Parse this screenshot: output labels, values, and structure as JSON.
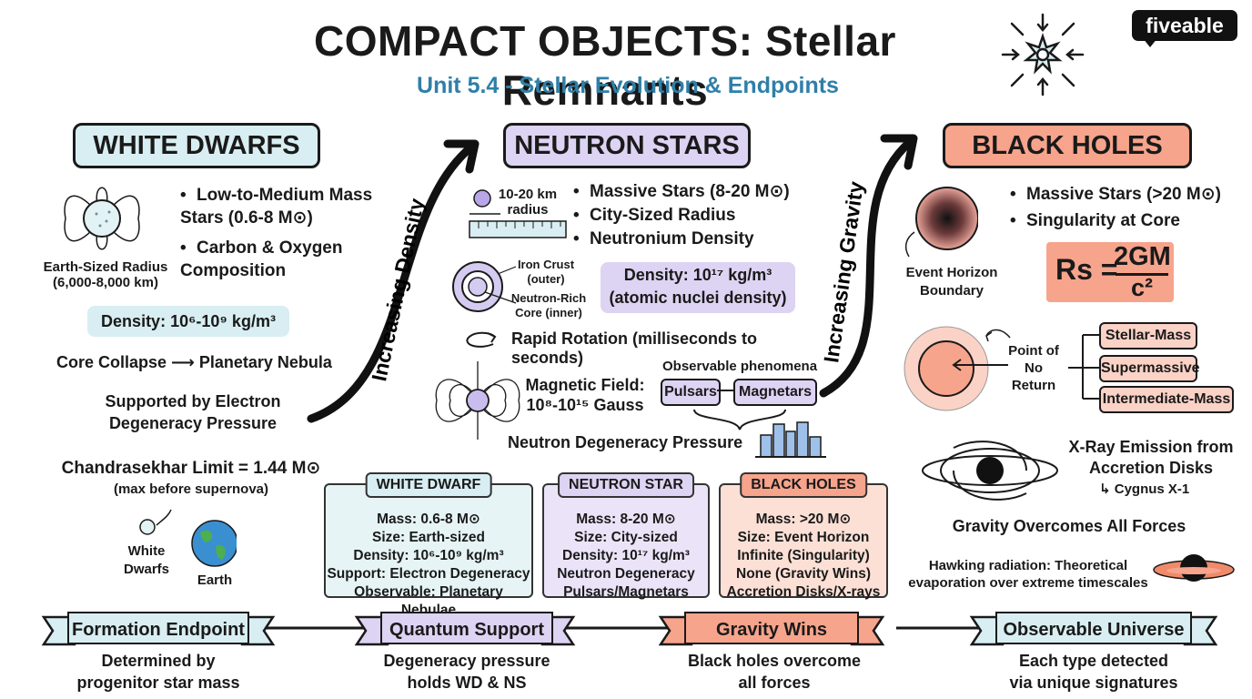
{
  "header": {
    "title": "COMPACT OBJECTS: Stellar Remnants",
    "subtitle": "Unit 5.4 - Stellar Evolution & Endpoints",
    "logo": "fiveable"
  },
  "arrows": {
    "left": "Increasing Density",
    "right": "Increasing Gravity"
  },
  "white_dwarfs": {
    "heading": "WHITE DWARFS",
    "bullets": [
      "Low-to-Medium Mass Stars (0.6-8 M⊙)",
      "Carbon & Oxygen Composition"
    ],
    "radius_label_1": "Earth-Sized Radius",
    "radius_label_2": "(6,000-8,000 km)",
    "density": "Density: 10⁶-10⁹ kg/m³",
    "collapse": "Core Collapse ⟶ Planetary Nebula",
    "support_1": "Supported by Electron",
    "support_2": "Degeneracy Pressure",
    "limit": "Chandrasekhar Limit = 1.44 M⊙",
    "limit_note": "(max before supernova)",
    "wd_label_1": "White",
    "wd_label_2": "Dwarfs",
    "earth_label": "Earth"
  },
  "neutron_stars": {
    "heading": "NEUTRON STARS",
    "radius_1": "10-20 km",
    "radius_2": "radius",
    "bullets": [
      "Massive Stars (8-20 M⊙)",
      "City-Sized Radius",
      "Neutronium Density"
    ],
    "crust_1": "Iron Crust",
    "crust_2": "(outer)",
    "core_1": "Neutron-Rich",
    "core_2": "Core (inner)",
    "density_1": "Density: 10¹⁷ kg/m³",
    "density_2": "(atomic nuclei density)",
    "rotation": "Rapid Rotation (milliseconds to seconds)",
    "magnetic_1": "Magnetic Field:",
    "magnetic_2": "10⁸-10¹⁵ Gauss",
    "observable": "Observable phenomena",
    "pulsars": "Pulsars",
    "magnetars": "Magnetars",
    "pressure": "Neutron Degeneracy Pressure"
  },
  "black_holes": {
    "heading": "BLACK HOLES",
    "bullets": [
      "Massive Stars (>20 M⊙)",
      "Singularity at Core"
    ],
    "horizon_1": "Event Horizon",
    "horizon_2": "Boundary",
    "formula_lhs": "Rs =",
    "formula_num": "2GM",
    "formula_den": "c²",
    "point_1": "Point of",
    "point_2": "No Return",
    "types": [
      "Stellar-Mass",
      "Supermassive",
      "Intermediate-Mass"
    ],
    "xray_1": "X-Ray Emission from",
    "xray_2": "Accretion Disks",
    "cygnus": "↳ Cygnus X-1",
    "overcomes": "Gravity Overcomes All Forces",
    "hawking_1": "Hawking radiation: Theoretical",
    "hawking_2": "evaporation over extreme timescales"
  },
  "comparison": [
    {
      "title": "WHITE DWARF",
      "lines": [
        "Mass: 0.6-8 M⊙",
        "Size: Earth-sized",
        "Density: 10⁶-10⁹ kg/m³",
        "Support: Electron Degeneracy",
        "Observable: Planetary Nebulae"
      ]
    },
    {
      "title": "NEUTRON STAR",
      "lines": [
        "Mass: 8-20 M⊙",
        "Size: City-sized",
        "Density: 10¹⁷ kg/m³",
        "Neutron Degeneracy",
        "Pulsars/Magnetars"
      ]
    },
    {
      "title": "BLACK HOLES",
      "lines": [
        "Mass: >20 M⊙",
        "Size: Event Horizon",
        "Infinite (Singularity)",
        "None (Gravity Wins)",
        "Accretion Disks/X-rays"
      ]
    }
  ],
  "ribbons": [
    {
      "label": "Formation Endpoint",
      "desc_1": "Determined by",
      "desc_2": "progenitor star mass"
    },
    {
      "label": "Quantum Support",
      "desc_1": "Degeneracy pressure",
      "desc_2": "holds WD & NS"
    },
    {
      "label": "Gravity Wins",
      "desc_1": "Black holes overcome",
      "desc_2": "all forces"
    },
    {
      "label": "Observable Universe",
      "desc_1": "Each type detected",
      "desc_2": "via unique signatures"
    }
  ],
  "colors": {
    "white_dwarf": "#d8eef2",
    "neutron_star": "#ddd3f3",
    "black_hole": "#f7a48c",
    "subtitle": "#2f7fa8"
  }
}
